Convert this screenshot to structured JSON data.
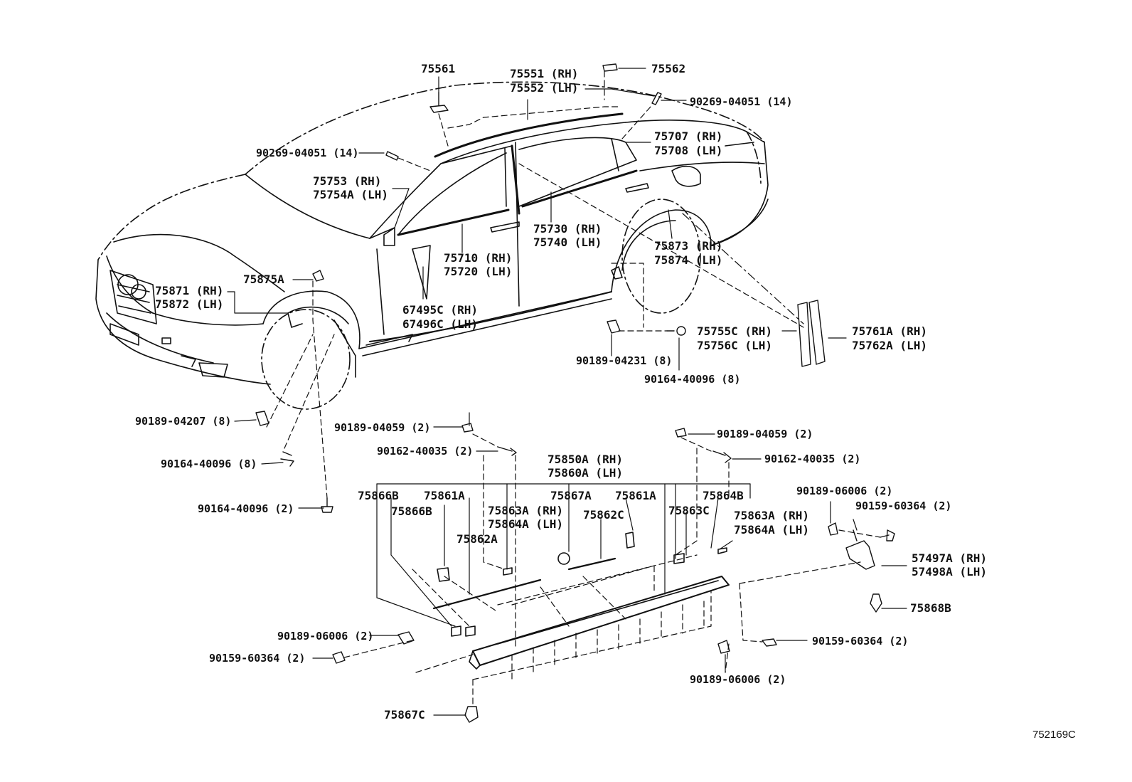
{
  "diagram_id": "752169C",
  "labels": {
    "p75561": "75561",
    "p75551": "75551 (RH)",
    "p75552": "75552 (LH)",
    "p75562": "75562",
    "p90269_top": "90269-04051 (14)",
    "p90269_left": "90269-04051 (14)",
    "p75707": "75707 (RH)",
    "p75708": "75708 (LH)",
    "p75753": "75753 (RH)",
    "p75754A": "75754A (LH)",
    "p75730": "75730 (RH)",
    "p75740": "75740 (LH)",
    "p75873": "75873 (RH)",
    "p75874": "75874 (LH)",
    "p75710": "75710 (RH)",
    "p75720": "75720 (LH)",
    "p75875A": "75875A",
    "p75871": "75871 (RH)",
    "p75872": "75872 (LH)",
    "p67495C": "67495C (RH)",
    "p67496C": "67496C (LH)",
    "p75755C": "75755C (RH)",
    "p75756C": "75756C (LH)",
    "p75761A": "75761A (RH)",
    "p75762A": "75762A (LH)",
    "p90189_04231": "90189-04231 (8)",
    "p90164_40096_8b": "90164-40096 (8)",
    "p90189_04207": "90189-04207 (8)",
    "p90164_40096_8a": "90164-40096 (8)",
    "p90164_40096_2": "90164-40096 (2)",
    "p90189_04059_a": "90189-04059 (2)",
    "p90162_40035_a": "90162-40035 (2)",
    "p90189_04059_b": "90189-04059 (2)",
    "p90162_40035_b": "90162-40035 (2)",
    "p75850A": "75850A (RH)",
    "p75860A": "75860A (LH)",
    "p75866B_a": "75866B",
    "p75861A_a": "75861A",
    "p75866B_b": "75866B",
    "p75867A": "75867A",
    "p75861A_b": "75861A",
    "p75864B": "75864B",
    "p75863A_a": "75863A (RH)",
    "p75864A_a": "75864A (LH)",
    "p75862C": "75862C",
    "p75863C": "75863C",
    "p75863A_b": "75863A (RH)",
    "p75864A_b": "75864A (LH)",
    "p75862A": "75862A",
    "p90189_06006_a": "90189-06006 (2)",
    "p90159_60364_a": "90159-60364 (2)",
    "p57497A": "57497A (RH)",
    "p57498A": "57498A (LH)",
    "p75868B": "75868B",
    "p90189_06006_b": "90189-06006 (2)",
    "p90159_60364_b": "90159-60364 (2)",
    "p90159_60364_c": "90159-60364 (2)",
    "p90189_06006_c": "90189-06006 (2)",
    "p75867C": "75867C"
  }
}
